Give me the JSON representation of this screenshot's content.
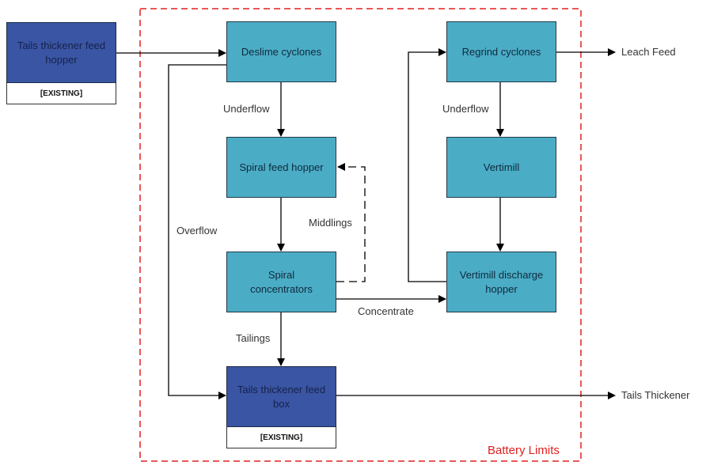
{
  "nodes": {
    "tails_hopper": {
      "label": "Tails thickener feed hopper",
      "tag": "[EXISTING]",
      "color": "#3a55a4"
    },
    "deslime": {
      "label": "Deslime cyclones",
      "color": "#4bacc6"
    },
    "spiral_feed": {
      "label": "Spiral feed hopper",
      "color": "#4bacc6"
    },
    "spiral_conc": {
      "label": "Spiral concentrators",
      "color": "#4bacc6"
    },
    "tails_box": {
      "label": "Tails thickener feed box",
      "tag": "[EXISTING]",
      "color": "#3a55a4"
    },
    "regrind": {
      "label": "Regrind cyclones",
      "color": "#4bacc6"
    },
    "vertimill": {
      "label": "Vertimill",
      "color": "#4bacc6"
    },
    "vm_hopper": {
      "label": "Vertimill discharge hopper",
      "color": "#4bacc6"
    }
  },
  "edge_labels": {
    "underflow_1": "Underflow",
    "overflow": "Overflow",
    "middlings": "Middlings",
    "tailings": "Tailings",
    "concentrate": "Concentrate",
    "underflow_2": "Underflow"
  },
  "outputs": {
    "leach_feed": "Leach Feed",
    "tails_thickener": "Tails Thickener"
  },
  "boundary": {
    "label": "Battery Limits",
    "color": "#e02020"
  }
}
